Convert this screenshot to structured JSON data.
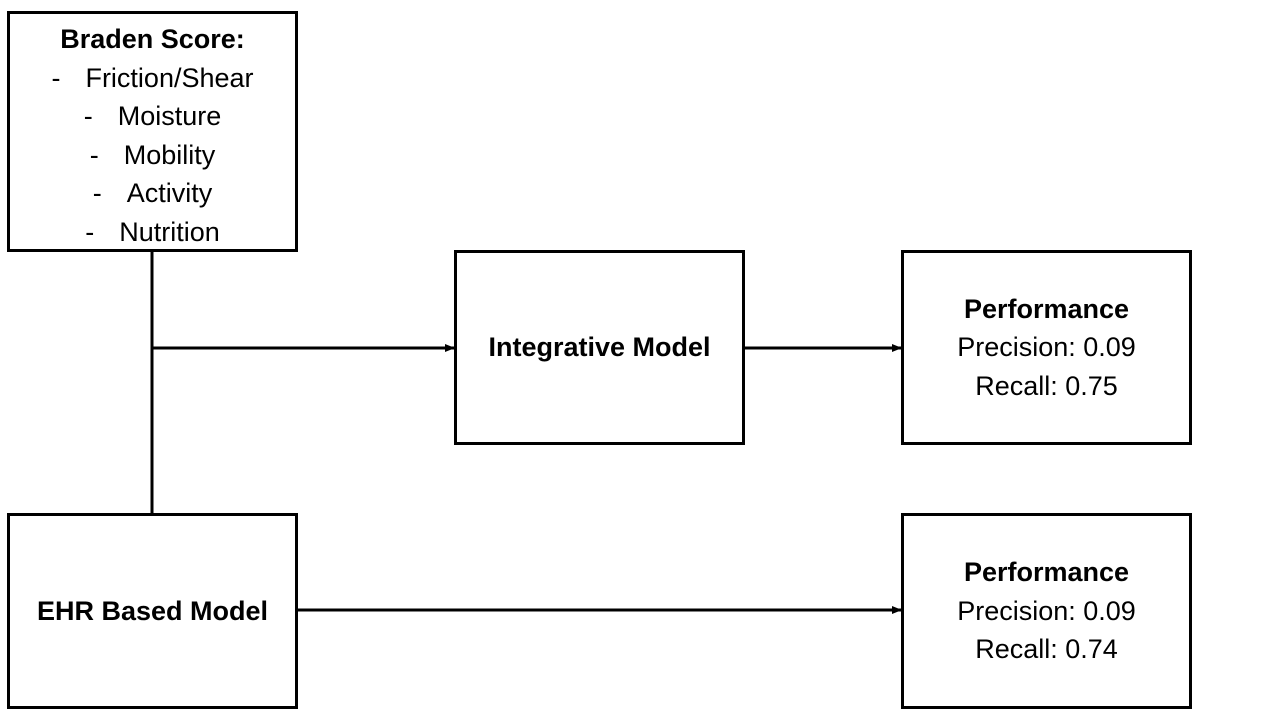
{
  "braden": {
    "title": "Braden Score:",
    "dash": "-",
    "items": [
      "Friction/Shear",
      "Moisture",
      "Mobility",
      "Activity",
      "Nutrition"
    ]
  },
  "integrative_model": {
    "label": "Integrative Model"
  },
  "ehr_model": {
    "label": "EHR Based Model"
  },
  "performance_integrative": {
    "title": "Performance",
    "precision": "Precision: 0.09",
    "recall": "Recall: 0.75"
  },
  "performance_ehr": {
    "title": "Performance",
    "precision": "Precision: 0.09",
    "recall": "Recall: 0.74"
  },
  "colors": {
    "stroke": "#000000",
    "background": "#ffffff"
  }
}
